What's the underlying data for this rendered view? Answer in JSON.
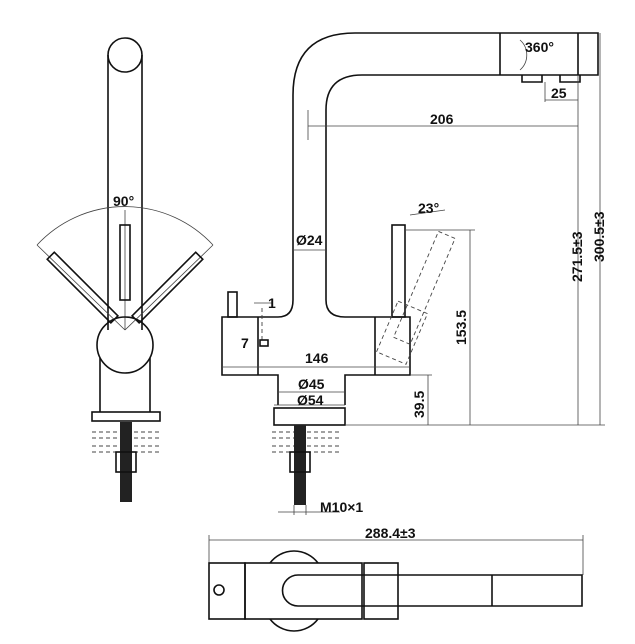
{
  "title": "Faucet technical drawing",
  "labels": {
    "rotation_spout": "360°",
    "spout_outlet_offset": "25",
    "spout_reach": "206",
    "spout_height": "271.5±3",
    "total_height": "300.5±3",
    "handle_angle": "23°",
    "tube_diameter": "Ø24",
    "handle_height": "153.5",
    "dim_1": "1",
    "dim_7": "7",
    "body_width": "146",
    "base_inner_diameter": "Ø45",
    "base_outer_diameter": "Ø54",
    "base_height": "39.5",
    "thread": "M10×1",
    "total_length": "288.4±3",
    "lever_swing": "90°"
  },
  "colors": {
    "line": "#111111"
  }
}
